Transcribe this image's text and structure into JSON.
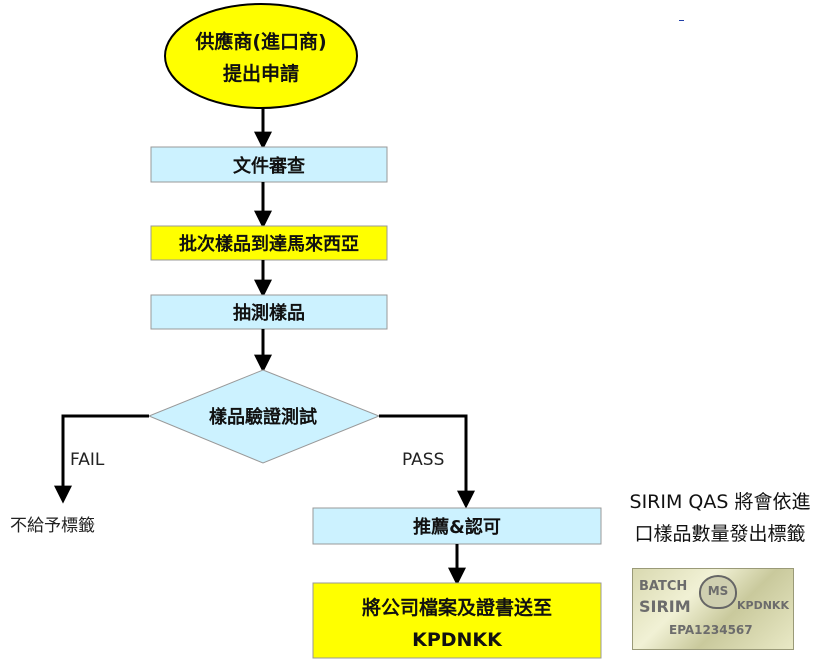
{
  "nodes": {
    "start": {
      "line1": "供應商(進口商)",
      "line2": "提出申請",
      "color": "#ffff00"
    },
    "doc_review": {
      "label": "文件審查",
      "color": "#ccf2ff"
    },
    "batch_arrival": {
      "label": "批次樣品到達馬來西亞",
      "color": "#ffff00"
    },
    "sampling": {
      "label": "抽測樣品",
      "color": "#ccf2ff"
    },
    "verification": {
      "label": "樣品驗證測試",
      "color": "#ccf2ff"
    },
    "no_label": {
      "label": "不給予標籤"
    },
    "recommend": {
      "label": "推薦&認可",
      "color": "#ccf2ff"
    },
    "submit": {
      "line1": "將公司檔案及證書送至",
      "line2": "KPDNKK",
      "color": "#ffff00"
    }
  },
  "edges": {
    "fail_label": "FAIL",
    "pass_label": "PASS"
  },
  "side_note": {
    "line1": "SIRIM QAS 將會依進",
    "line2": "口樣品數量發出標籤"
  },
  "sample_label": {
    "batch": "BATCH",
    "sirim": "SIRIM",
    "ms": "MS",
    "code": "KPDNKK",
    "serial": "EPA1234567"
  }
}
